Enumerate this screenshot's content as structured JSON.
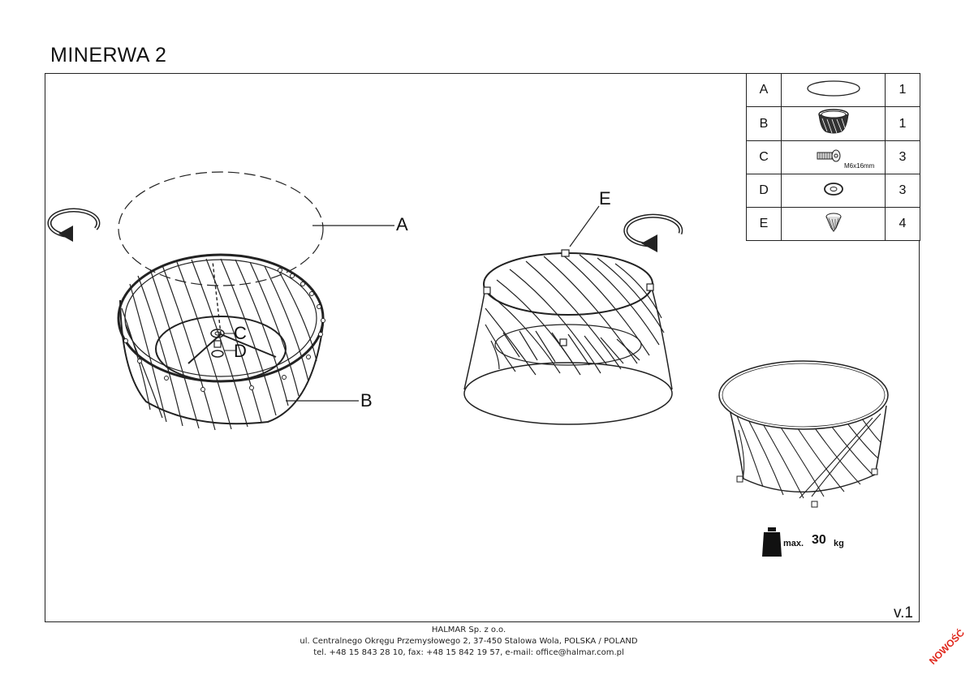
{
  "document": {
    "title": "MINERWA 2",
    "version": "v.1"
  },
  "parts": [
    {
      "letter": "A",
      "icon": "glass-top-icon",
      "qty": "1"
    },
    {
      "letter": "B",
      "icon": "wire-frame-base-icon",
      "qty": "1"
    },
    {
      "letter": "C",
      "icon": "bolt-icon",
      "spec": "M6x16mm",
      "qty": "3"
    },
    {
      "letter": "D",
      "icon": "washer-icon",
      "qty": "3"
    },
    {
      "letter": "E",
      "icon": "foot-pad-icon",
      "qty": "4"
    }
  ],
  "callouts": {
    "a": "A",
    "b": "B",
    "c": "C",
    "d": "D",
    "e": "E"
  },
  "weight_limit": {
    "prefix": "max.",
    "value": "30",
    "unit": "kg",
    "icon": "weight-icon"
  },
  "footer": {
    "company": "HALMAR Sp. z o.o.",
    "address": "ul. Centralnego Okręgu Przemysłowego 2, 37-450 Stalowa Wola, POLSKA / POLAND",
    "contact": "tel. +48 15 843 28 10, fax: +48 15 842 19 57, e-mail: office@halmar.com.pl"
  },
  "stamp": {
    "text": "NOWOŚĆ",
    "color": "#e0261b"
  }
}
